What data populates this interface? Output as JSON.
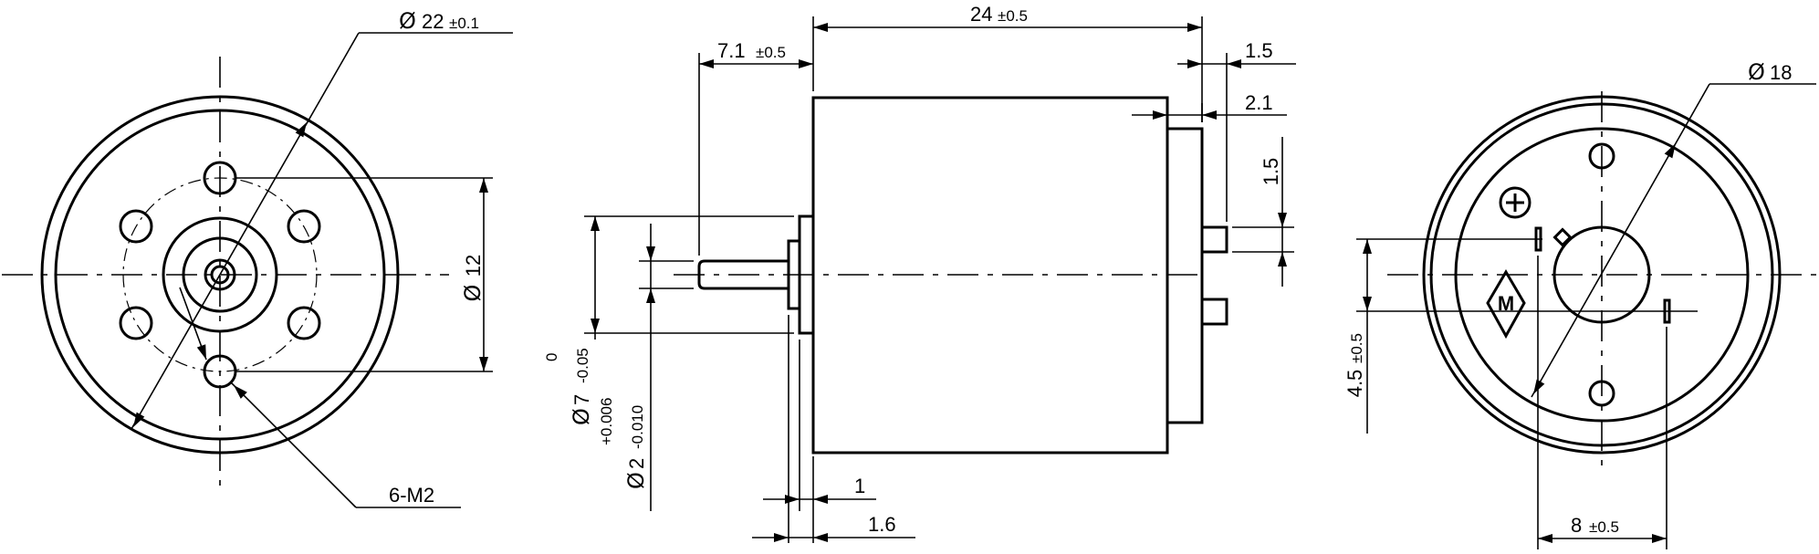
{
  "front_view": {
    "outer_diameter": {
      "symbol": "Ø",
      "value": "22",
      "tolerance": "±0.1"
    },
    "bolt_circle": {
      "symbol": "Ø",
      "value": "12"
    },
    "mounting_holes": "6-M2"
  },
  "side_view": {
    "body_length": {
      "value": "24",
      "tolerance": "±0.5"
    },
    "shaft_length": {
      "value": "7.1",
      "tolerance": "±0.5"
    },
    "terminal_plate": "1.5",
    "end_cap": "2.1",
    "terminal_width": "1.5",
    "boss_thickness": "1",
    "boss_offset": "1.6",
    "boss_diameter": {
      "symbol": "Ø",
      "value": "7",
      "tol_upper": "0",
      "tol_lower": "-0.05"
    },
    "shaft_diameter": {
      "symbol": "Ø",
      "value": "2",
      "tol_upper": "+0.006",
      "tol_lower": "-0.010"
    }
  },
  "rear_view": {
    "diameter": {
      "symbol": "Ø",
      "value": "18"
    },
    "terminal_height": {
      "value": "4.5",
      "tolerance": "±0.5"
    },
    "terminal_spacing": {
      "value": "8",
      "tolerance": "±0.5"
    },
    "marker_letter": "M"
  }
}
